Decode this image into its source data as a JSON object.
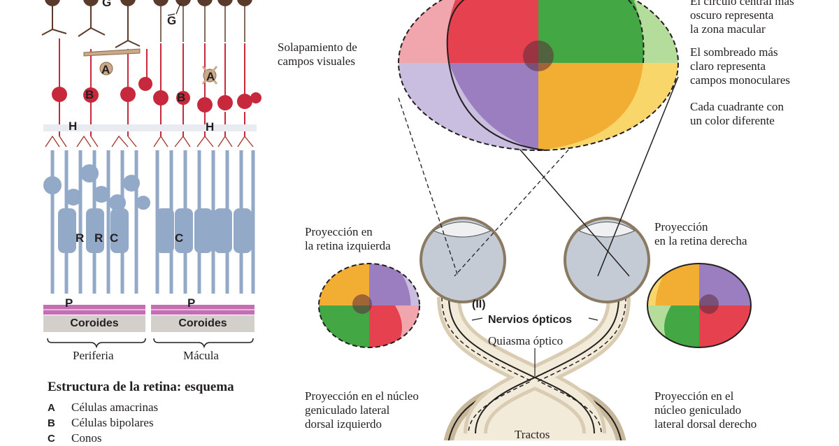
{
  "retina": {
    "labels": {
      "g": "G",
      "a": "A",
      "b": "B",
      "h": "H",
      "r": "R",
      "c": "C",
      "p": "P"
    },
    "choroid": "Coroides",
    "periphery": "Periferia",
    "macula": "Mácula",
    "colors": {
      "ganglion": "#5a3a2a",
      "bipolar": "#c8283c",
      "photoreceptor": "#93a9c8",
      "pigment": "#c46fb4",
      "amacrine": "#c9a98a"
    }
  },
  "legend": {
    "title": "Estructura de la retina: esquema",
    "items": [
      {
        "key": "A",
        "text": "Células amacrinas"
      },
      {
        "key": "B",
        "text": "Células bipolares"
      },
      {
        "key": "C",
        "text": "Conos"
      }
    ]
  },
  "annotations": {
    "overlap": "Solapamiento de\ncampos visuales",
    "central_circle": "El círculo central más\noscuro representa\nla zona macular",
    "light_shading": "El sombreado más\nclaro representa\ncampos monoculares",
    "quadrant_color": "Cada cuadrante con\nun color diferente",
    "left_retina": "Proyección en\nla retina izquierda",
    "right_retina": "Proyección\nen la retina derecha",
    "nerve_num": "(II)",
    "nerves": "Nervios ópticos",
    "chiasm": "Quiasma óptico",
    "left_lgn": "Proyección en el núcleo\ngeniculado lateral\ndorsal izquierdo",
    "right_lgn": "Proyección en el\nnúcleo geniculado\nlateral dorsal derecho",
    "tracts": "Tractos"
  },
  "quadrant_colors": {
    "upper_left": "#e5414f",
    "upper_right": "#43a844",
    "lower_left": "#9b7ec0",
    "lower_right": "#f2ae33",
    "upper_left_light": "#f1a6ad",
    "upper_right_light": "#b4dc9a",
    "lower_left_light": "#c9bde0",
    "lower_right_light": "#f9d66a"
  }
}
